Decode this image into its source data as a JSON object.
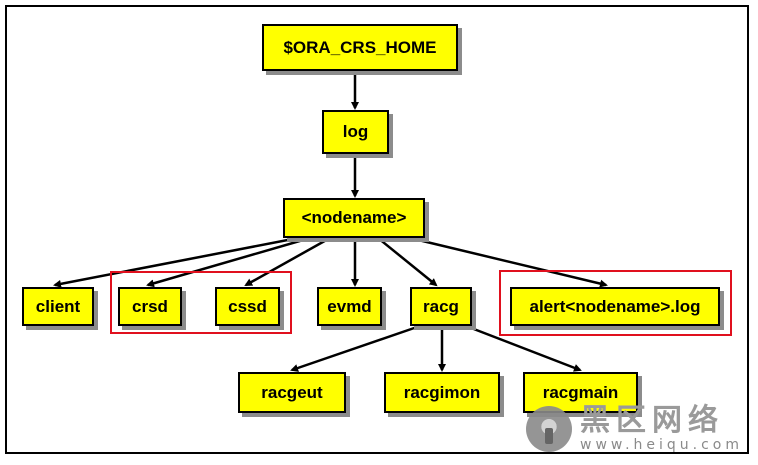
{
  "diagram": {
    "nodes": {
      "root": "$ORA_CRS_HOME",
      "log": "log",
      "nodename": "<nodename>",
      "client": "client",
      "crsd": "crsd",
      "cssd": "cssd",
      "evmd": "evmd",
      "racg": "racg",
      "alert": "alert<nodename>.log",
      "racgeut": "racgeut",
      "racgimon": "racgimon",
      "racgmain": "racgmain"
    },
    "edges": [
      [
        "root",
        "log"
      ],
      [
        "log",
        "nodename"
      ],
      [
        "nodename",
        "client"
      ],
      [
        "nodename",
        "crsd"
      ],
      [
        "nodename",
        "cssd"
      ],
      [
        "nodename",
        "evmd"
      ],
      [
        "nodename",
        "racg"
      ],
      [
        "nodename",
        "alert"
      ],
      [
        "racg",
        "racgeut"
      ],
      [
        "racg",
        "racgimon"
      ],
      [
        "racg",
        "racgmain"
      ]
    ],
    "highlighted_groups": [
      [
        "crsd",
        "cssd"
      ],
      [
        "alert"
      ]
    ],
    "colors": {
      "node_fill": "#ffff00",
      "highlight_border": "#e0101e",
      "edge": "#000000"
    }
  },
  "watermark": {
    "title": "黑区网络",
    "url": "www.heiqu.com",
    "icon": "mushroom-logo-icon"
  }
}
